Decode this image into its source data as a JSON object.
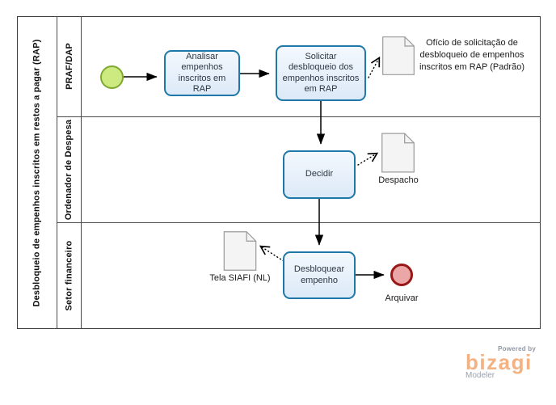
{
  "pool": {
    "title": "Desbloqueio de empenhos inscritos em restos a pagar (RAP)",
    "lanes": [
      {
        "label": "PRAF/DAP"
      },
      {
        "label": "Ordenador de Despesa"
      },
      {
        "label": "Setor financeiro"
      }
    ]
  },
  "nodes": {
    "start_event": {
      "type": "start-event"
    },
    "task_analisar": {
      "label": "Analisar empenhos inscritos em RAP"
    },
    "task_solicitar": {
      "label": "Solicitar desbloqueio dos empenhos inscritos em RAP"
    },
    "task_decidir": {
      "label": "Decidir"
    },
    "task_desbloquear": {
      "label": "Desbloquear empenho"
    },
    "end_event": {
      "label": "Arquivar"
    },
    "doc_oficio": {
      "label": "Ofício de solicitação de desbloqueio de empenhos inscritos em RAP (Padrão)"
    },
    "doc_despacho": {
      "label": "Despacho"
    },
    "doc_tela_siafi": {
      "label": "Tela SIAFI (NL)"
    }
  },
  "flows": [
    {
      "from": "start_event",
      "to": "task_analisar",
      "type": "sequence"
    },
    {
      "from": "task_analisar",
      "to": "task_solicitar",
      "type": "sequence"
    },
    {
      "from": "task_solicitar",
      "to": "task_decidir",
      "type": "sequence"
    },
    {
      "from": "task_decidir",
      "to": "task_desbloquear",
      "type": "sequence"
    },
    {
      "from": "task_desbloquear",
      "to": "end_event",
      "type": "sequence"
    },
    {
      "from": "task_solicitar",
      "to": "doc_oficio",
      "type": "association"
    },
    {
      "from": "task_decidir",
      "to": "doc_despacho",
      "type": "association"
    },
    {
      "from": "task_desbloquear",
      "to": "doc_tela_siafi",
      "type": "association"
    }
  ],
  "colors": {
    "task_fill": "#e9f1fb",
    "task_border": "#1f78a8",
    "start_fill": "#cdea80",
    "start_border": "#7da831",
    "end_fill": "#eba7a7",
    "end_border": "#991717",
    "doc_fill": "#f4f4f4",
    "doc_border": "#9b9b9b",
    "lane_border": "#4a4a4a",
    "brand_orange": "#f4b181",
    "brand_gray": "#9097a2"
  },
  "branding": {
    "powered_by": "Powered by",
    "brand": "bizagi",
    "product": "Modeler"
  }
}
